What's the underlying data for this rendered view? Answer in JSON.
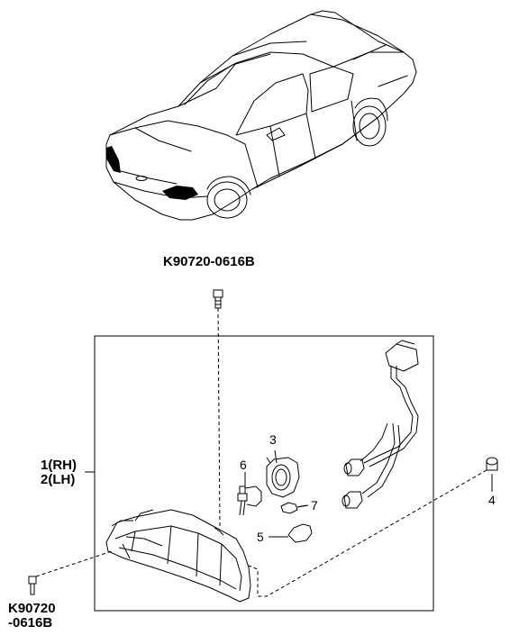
{
  "parts": {
    "top_fastener_code": "K90720-0616B",
    "bottom_fastener_code_line1": "K90720",
    "bottom_fastener_code_line2": "-0616B",
    "lamp_rh": "1(RH)",
    "lamp_lh": "2(LH)",
    "socket_3": "3",
    "clip_4": "4",
    "bulb_5": "5",
    "bulb_6": "6",
    "bulb_7": "7"
  }
}
